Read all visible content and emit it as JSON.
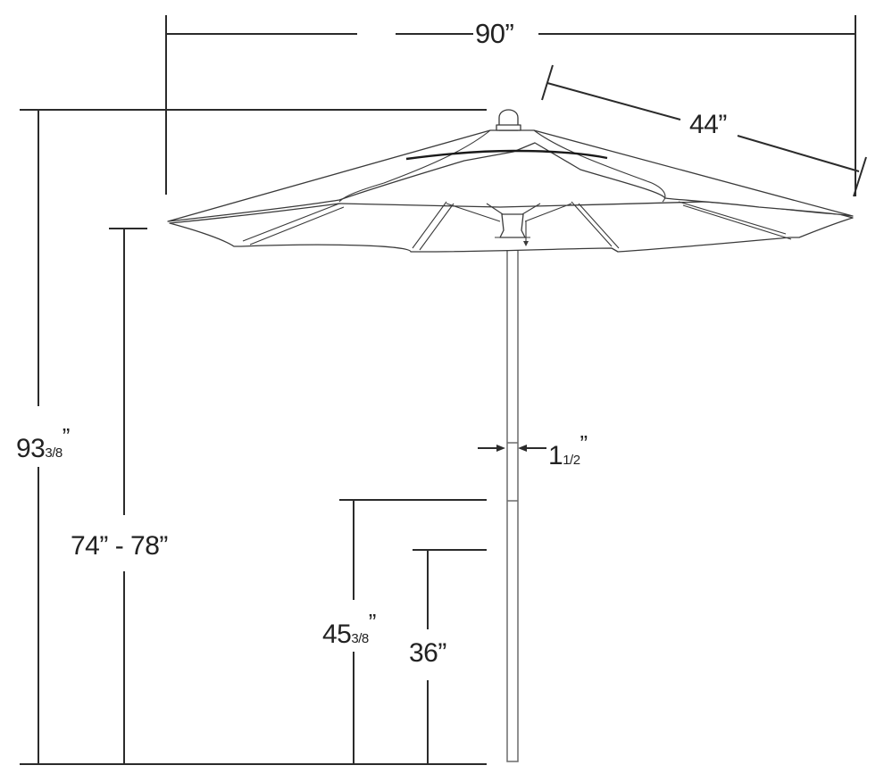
{
  "diagram": {
    "subject": "Market patio umbrella dimension drawing",
    "colors": {
      "line": "#2b2b2b",
      "text": "#222222",
      "background": "#ffffff",
      "pole": "#6b6b6b"
    },
    "dimensions": {
      "canopy_width": {
        "value": "90",
        "unit": "”"
      },
      "rib_length": {
        "value": "44",
        "unit": "”"
      },
      "overall_height": {
        "whole": "93",
        "fraction": "3/8",
        "unit": "”"
      },
      "clearance_height": {
        "text": "74” - 78”"
      },
      "pole_diameter": {
        "whole": "1",
        "fraction": "1/2",
        "unit": "”"
      },
      "table_height_tall": {
        "whole": "45",
        "fraction": "3/8",
        "unit": "”"
      },
      "table_height_standard": {
        "value": "36",
        "unit": "”"
      }
    }
  }
}
